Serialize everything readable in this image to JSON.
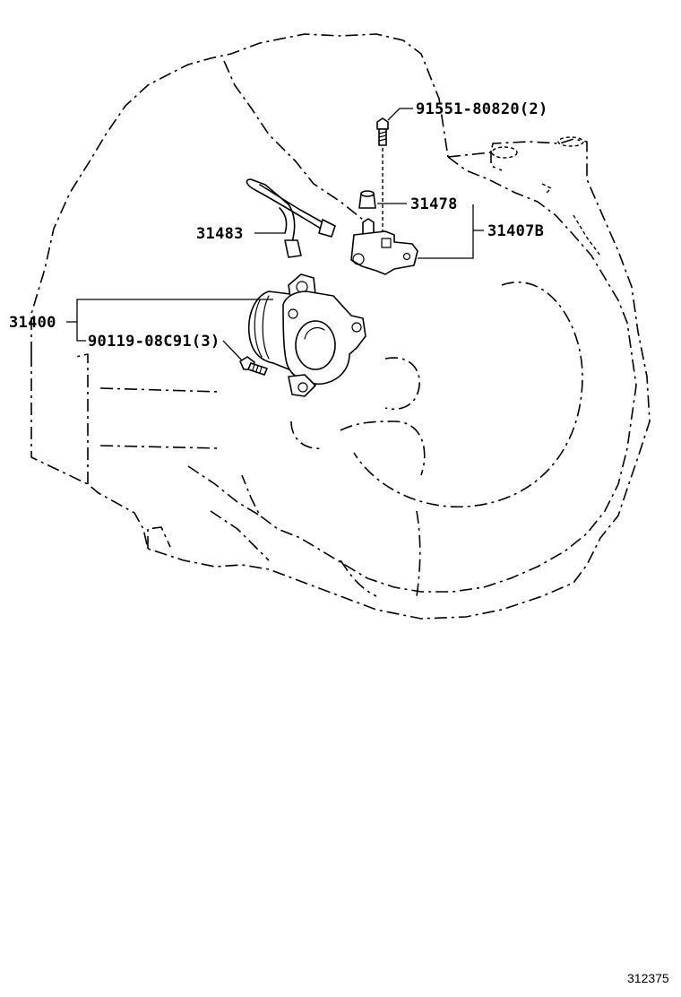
{
  "diagram": {
    "illustration_id": "312375",
    "callouts": [
      {
        "key": "bolt_top",
        "text": "91551-80820(2)"
      },
      {
        "key": "cap",
        "text": "31478"
      },
      {
        "key": "bleeder_assy",
        "text": "31407B"
      },
      {
        "key": "tube",
        "text": "31483"
      },
      {
        "key": "release_cylinder",
        "text": "31400"
      },
      {
        "key": "bolt_side",
        "text": "90119-08C91(3)"
      }
    ]
  }
}
